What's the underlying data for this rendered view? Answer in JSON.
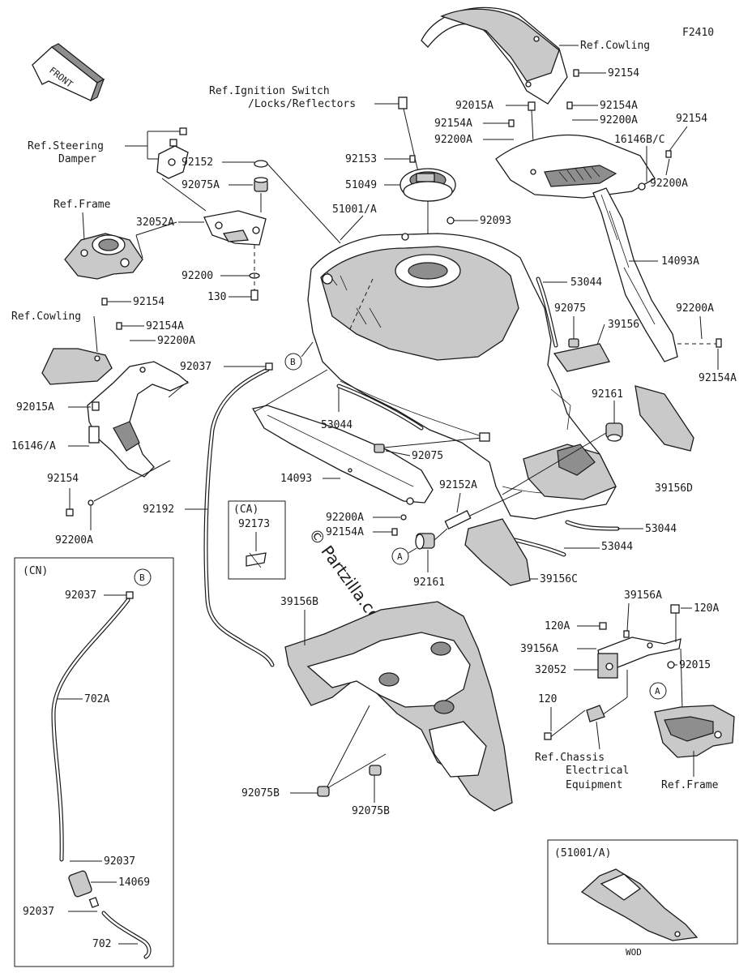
{
  "diagram": {
    "code": "F2410",
    "front_label": "FRONT",
    "watermark": "© Partzilla.com",
    "references": {
      "cowling_top": "Ref.Cowling",
      "cowling_left": "Ref.Cowling",
      "ignition_1": "Ref.Ignition Switch",
      "ignition_2": "/Locks/Reflectors",
      "steering_1": "Ref.Steering",
      "steering_2": "Damper",
      "frame_left": "Ref.Frame",
      "chassis_1": "Ref.Chassis",
      "chassis_2": "Electrical",
      "chassis_3": "Equipment",
      "frame_right": "Ref.Frame"
    },
    "callouts": {
      "a": "A",
      "b": "B"
    },
    "inset_ca": {
      "title": "(CA)",
      "part": "92173"
    },
    "inset_cn": {
      "title": "(CN)",
      "parts": {
        "p92037_top": "92037",
        "p702a": "702A",
        "p92037_mid": "92037",
        "p14069": "14069",
        "p92037_low": "92037",
        "p702": "702"
      }
    },
    "inset_51001": {
      "title": "(51001/A)",
      "caption": "WOD"
    },
    "parts": {
      "p92154_t": "92154",
      "p92015A_t": "92015A",
      "p92154A_t": "92154A",
      "p92154A_t2": "92154A",
      "p92200A_t": "92200A",
      "p92200A_t2": "92200A",
      "p16146BC": "16146B/C",
      "p92154_r": "92154",
      "p92200A_r": "92200A",
      "p14093A": "14093A",
      "p92200A_r2": "92200A",
      "p92154A_r": "92154A",
      "p92153": "92153",
      "p51049": "51049",
      "p51001A": "51001/A",
      "p92093": "92093",
      "p92152": "92152",
      "p92075A": "92075A",
      "p32052A": "32052A",
      "p92200": "92200",
      "p130": "130",
      "p53044_a": "53044",
      "p92075_a": "92075",
      "p39156": "39156",
      "p92161_a": "92161",
      "p39156D": "39156D",
      "p92154_l": "92154",
      "p92154A_l": "92154A",
      "p92200A_l": "92200A",
      "p92037": "92037",
      "p92015A_l": "92015A",
      "p53044_b": "53044",
      "p92075_b": "92075",
      "p16146A": "16146/A",
      "p14093": "14093",
      "p92154_l2": "92154",
      "p92200A_l2": "92200A",
      "p92192": "92192",
      "p92152A": "92152A",
      "p92200A_c": "92200A",
      "p92154A_c": "92154A",
      "p92161_b": "92161",
      "p53044_c": "53044",
      "p53044_d": "53044",
      "p39156C": "39156C",
      "p39156B": "39156B",
      "p39156A": "39156A",
      "p120A_a": "120A",
      "p120A_b": "120A",
      "p39156A_b": "39156A",
      "p32052": "32052",
      "p92015": "92015",
      "p120": "120",
      "p92075B_a": "92075B",
      "p92075B_b": "92075B"
    }
  }
}
